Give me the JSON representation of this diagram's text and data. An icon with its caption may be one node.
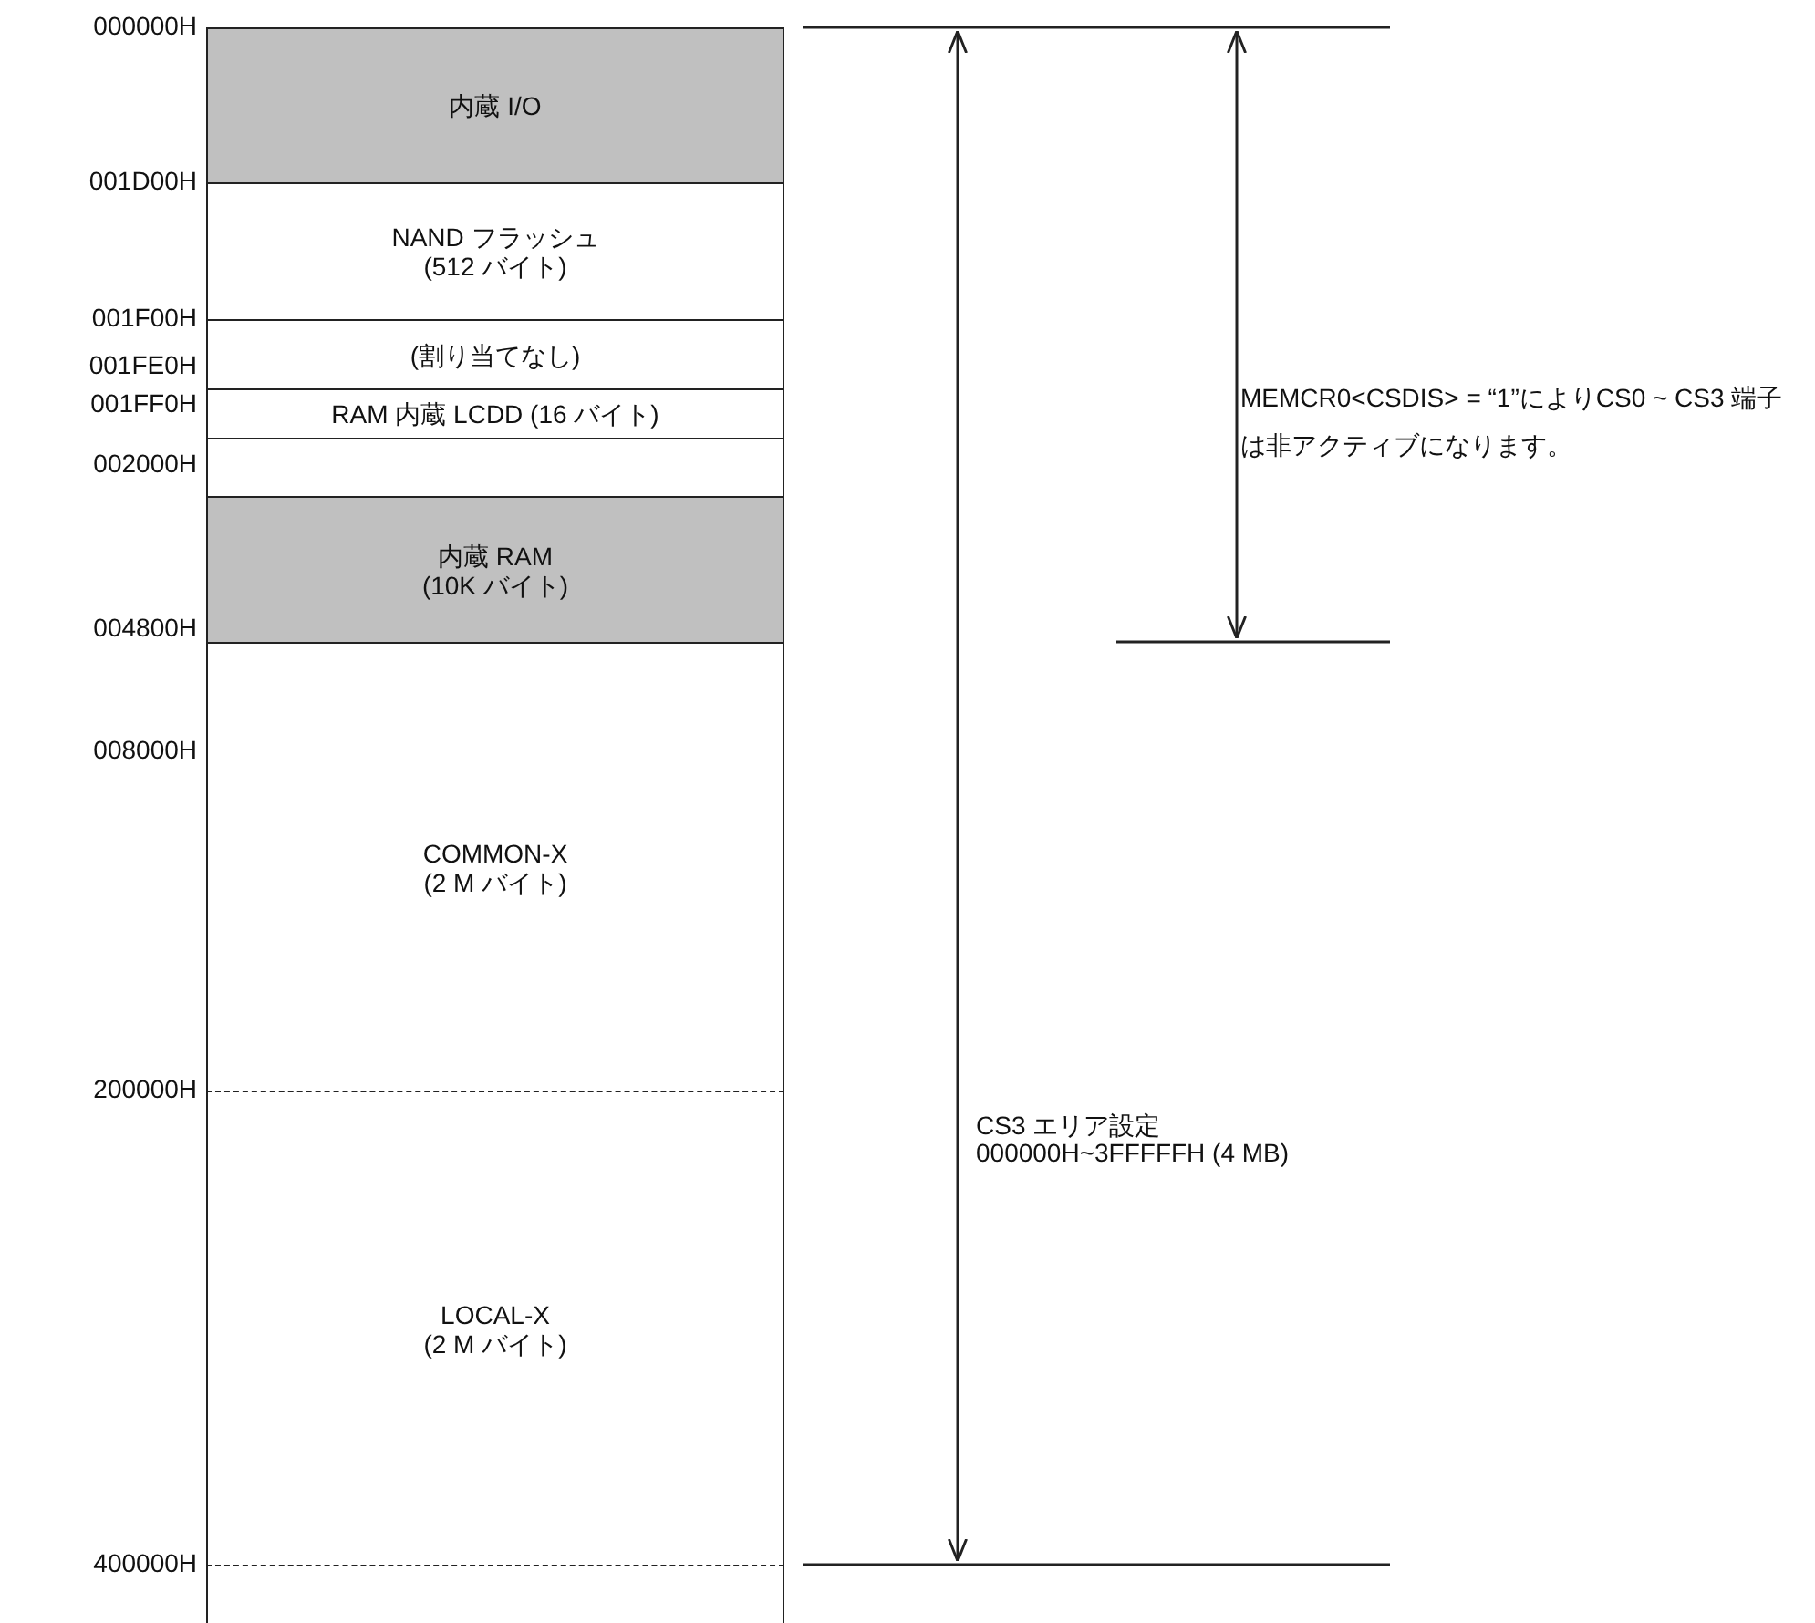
{
  "diagram": {
    "nodes": [
      {
        "text": [
          "内蔵 I/O"
        ]
      },
      {
        "text": [
          "NAND フラッシュ",
          "(512 バイト)"
        ]
      },
      {
        "text": [
          "(割り当てなし)"
        ]
      },
      {
        "text": [
          "RAM 内蔵 LCDD (16 バイト)"
        ]
      },
      {
        "text": [],
        "shape": "box"
      },
      {
        "text": [
          "内蔵 RAM",
          "(10K バイト)"
        ]
      },
      {
        "text": [
          "COMMON-X",
          "(2 M バイト)"
        ]
      },
      {
        "text": [
          "LOCAL-X",
          "(2 M バイト)"
        ]
      },
      {
        "text": [],
        "shape": "box"
      }
    ],
    "labels": [
      "000000H",
      "001D00H",
      "001F00H",
      "001FE0H",
      "001FF0H",
      "002000H",
      "004800H",
      "008000H",
      "200000H",
      "400000H",
      "MEMCR0<CSDIS> = “1”によりCS0 ~ CS3 端子は非アクティブになります。",
      "CS3 エリア設定",
      "000000H~3FFFFFH (4 MB)"
    ]
  }
}
